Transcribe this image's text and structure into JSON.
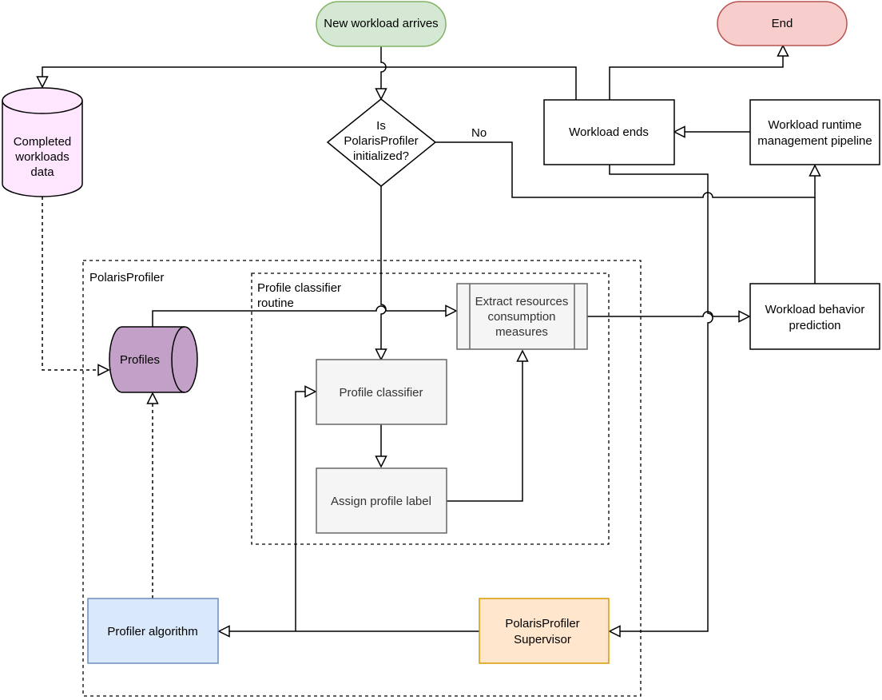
{
  "nodes": {
    "start": "New workload arrives",
    "end": "End",
    "completed_db": [
      "Completed",
      "workloads",
      "data"
    ],
    "decision": [
      "Is",
      "PolarisProfiler",
      "initialized?"
    ],
    "workload_ends": "Workload ends",
    "runtime_pipeline": [
      "Workload runtime",
      "management pipeline"
    ],
    "behavior_prediction": [
      "Workload behavior",
      "prediction"
    ],
    "profiles": "Profiles",
    "extract_measures": [
      "Extract resources",
      "consumption",
      "measures"
    ],
    "profile_classifier": "Profile classifier",
    "assign_label": "Assign profile label",
    "profiler_algorithm": "Profiler algorithm",
    "supervisor": [
      "PolarisProfiler",
      "Supervisor"
    ]
  },
  "groups": {
    "outer": "PolarisProfiler",
    "inner": [
      "Profile classifier",
      "routine"
    ]
  },
  "edge_labels": {
    "no": "No"
  },
  "colors": {
    "start_fill": "#d5e8d4",
    "start_stroke": "#82b366",
    "end_fill": "#f8cecc",
    "end_stroke": "#b85450",
    "completed_fill": "#ffe6ff",
    "profiles_fill": "#c3a0c8",
    "gray_fill": "#f5f5f5",
    "gray_stroke": "#666666",
    "algo_fill": "#dae8fc",
    "algo_stroke": "#6c8ebf",
    "supervisor_fill": "#ffe6cc",
    "supervisor_stroke": "#d79b00"
  }
}
